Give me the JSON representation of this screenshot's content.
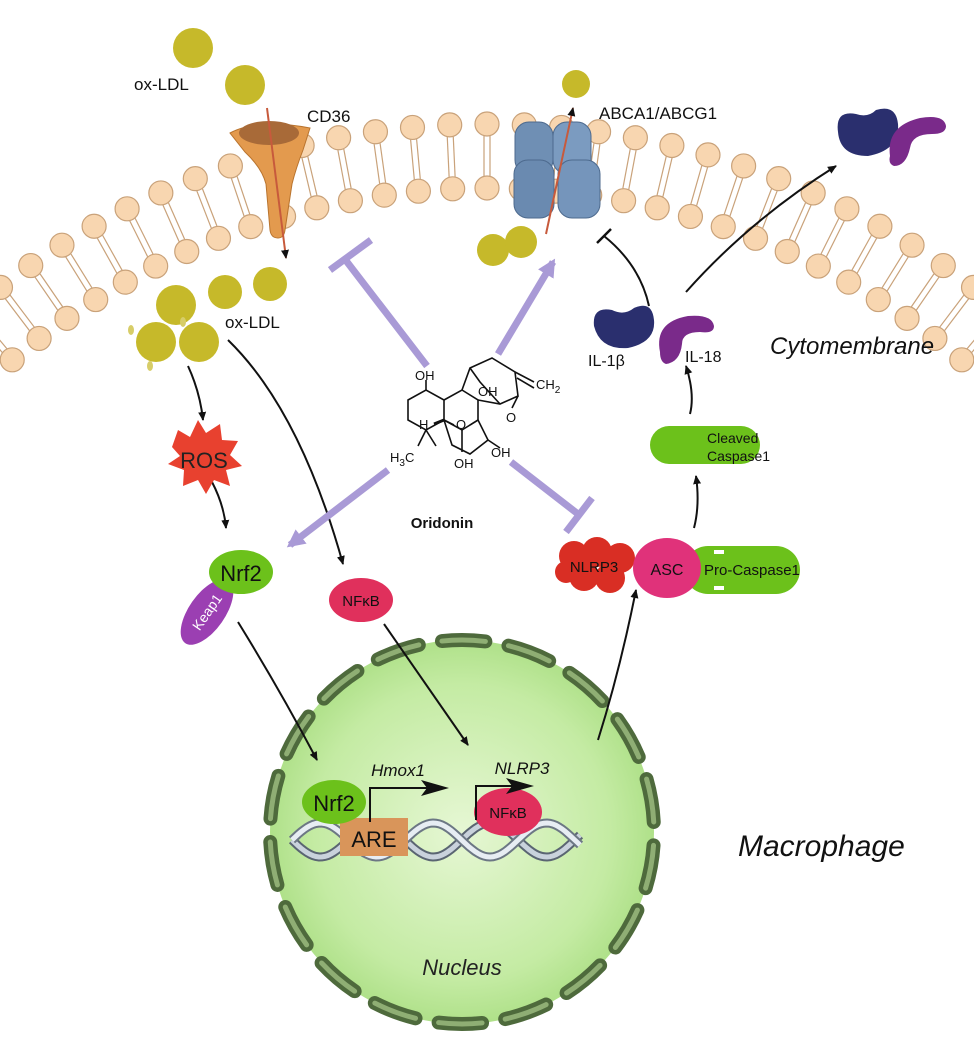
{
  "labels": {
    "oxldl_out": "ox-LDL",
    "cd36": "CD36",
    "abca": "ABCA1/ABCG1",
    "oxldl_in": "ox-LDL",
    "cytomembrane": "Cytomembrane",
    "ros": "ROS",
    "nrf2": "Nrf2",
    "keap1": "Keap1",
    "nfkb": "NFκB",
    "oridonin": "Oridonin",
    "nlrp3": "NLRP3",
    "asc": "ASC",
    "procaspase": "Pro-Caspase1",
    "cleaved1": "Cleaved",
    "cleaved2": "Caspase1",
    "il1b": "IL-1β",
    "il18": "IL-18",
    "hmox1": "Hmox1",
    "nlrp3_gene": "NLRP3",
    "nrf2_nuc": "Nrf2",
    "are": "ARE",
    "nfkb_nuc": "NFκB",
    "macrophage": "Macrophage",
    "nucleus": "Nucleus"
  },
  "molecule": {
    "oh_top": "OH",
    "oh_bridge": "OH",
    "ch2": "CH",
    "ch2_sub": "2",
    "o_ring": "O",
    "h_atom": "H",
    "oxo": "O",
    "h3c": "H",
    "h3c_sub": "3",
    "h3c_c": "C",
    "oh_bottom": "OH",
    "oh_right": "OH"
  },
  "colors": {
    "lipid_head": "#f8d6b0",
    "lipid_stroke": "#c9a27a",
    "ldl": "#c6b92a",
    "cd36": "#e39a4e",
    "transporter": "#6f8fb4",
    "oridonin_arrow": "#a99ad6",
    "ros": "#e8412f",
    "nrf2": "#6cc11b",
    "keap1": "#9b3fb2",
    "nfkb": "#e0305c",
    "nlrp3": "#d92e24",
    "asc": "#e0327a",
    "caspase": "#6cc11b",
    "il1b": "#2a2f6e",
    "il18": "#7a2a8a",
    "nucleus_fill": "#c3eaa2",
    "nuclear_pore": "#4e6a3c",
    "are": "#d9955a"
  }
}
